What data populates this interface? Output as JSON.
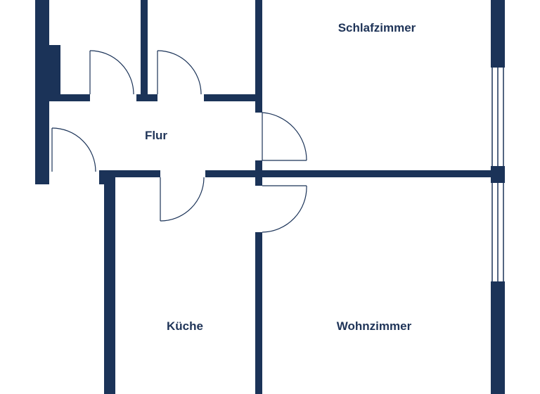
{
  "floorplan": {
    "rooms": [
      {
        "id": "schlafzimmer",
        "label": "Schlafzimmer"
      },
      {
        "id": "flur",
        "label": "Flur"
      },
      {
        "id": "kueche",
        "label": "Küche"
      },
      {
        "id": "wohnzimmer",
        "label": "Wohnzimmer"
      }
    ]
  },
  "colors": {
    "wall": "#1b3358",
    "door_line": "#1b3358",
    "window_line": "#1b3358",
    "background": "#ffffff"
  }
}
